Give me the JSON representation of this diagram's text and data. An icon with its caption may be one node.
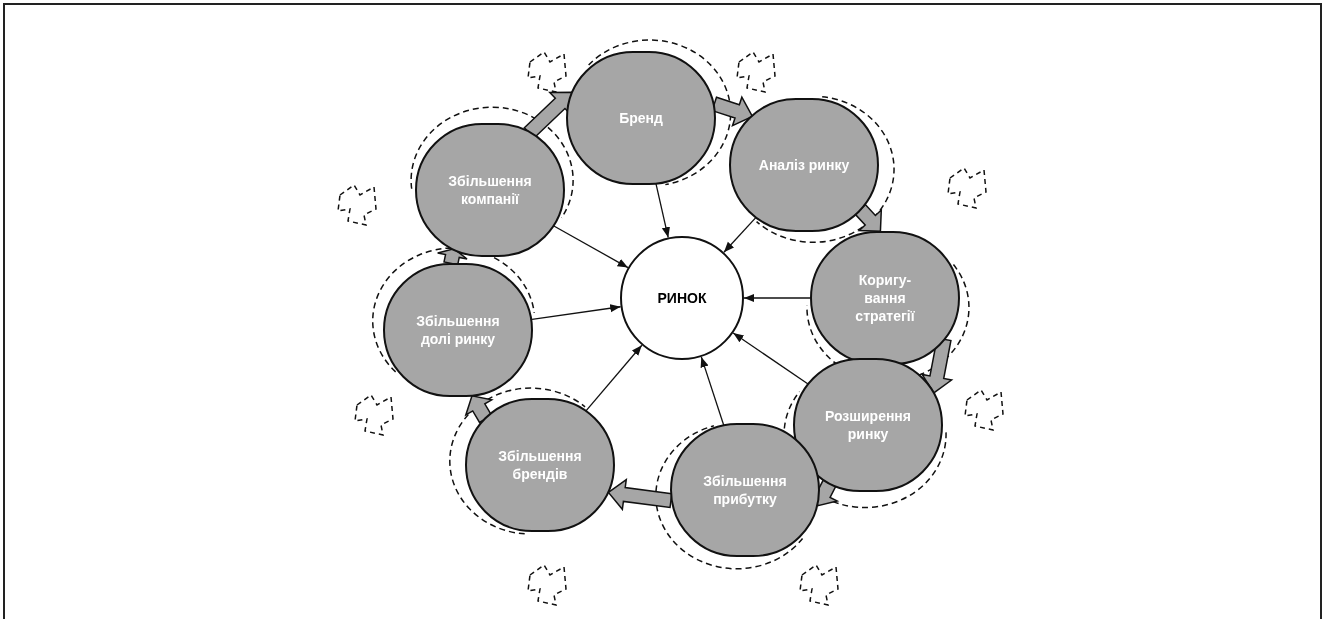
{
  "diagram": {
    "nodes": [
      {
        "text": [
          "РИНОК"
        ]
      },
      {
        "text": [
          "Бренд"
        ]
      },
      {
        "text": [
          "Аналіз ринку"
        ]
      },
      {
        "text": [
          "Коригу- вання стратегії"
        ]
      },
      {
        "text": [
          "Розширення ринку"
        ]
      },
      {
        "text": [
          "Збільшення прибутку"
        ]
      },
      {
        "text": [
          "Збільшення брендів"
        ]
      },
      {
        "text": [
          "Збільшення долі ринку"
        ]
      },
      {
        "text": [
          "Збільшення компанії"
        ]
      }
    ],
    "edges": [
      {
        "from": 1,
        "to": 0,
        "arrow": "to"
      },
      {
        "from": 2,
        "to": 0,
        "arrow": "to"
      },
      {
        "from": 3,
        "to": 0,
        "arrow": "to"
      },
      {
        "from": 4,
        "to": 0,
        "arrow": "to"
      },
      {
        "from": 5,
        "to": 0,
        "arrow": "to"
      },
      {
        "from": 6,
        "to": 0,
        "arrow": "to"
      },
      {
        "from": 7,
        "to": 0,
        "arrow": "to"
      },
      {
        "from": 8,
        "to": 0,
        "arrow": "to"
      },
      {
        "from": 8,
        "to": 1,
        "arrow": "to",
        "style": "thick",
        "color": "#a6a6a6"
      },
      {
        "from": 1,
        "to": 2,
        "arrow": "to",
        "style": "thick",
        "color": "#a6a6a6"
      },
      {
        "from": 2,
        "to": 3,
        "arrow": "to",
        "style": "thick",
        "color": "#a6a6a6"
      },
      {
        "from": 3,
        "to": 4,
        "arrow": "to",
        "style": "thick",
        "color": "#a6a6a6"
      },
      {
        "from": 4,
        "to": 5,
        "arrow": "to",
        "style": "thick",
        "color": "#a6a6a6"
      },
      {
        "from": 5,
        "to": 6,
        "arrow": "to",
        "style": "thick",
        "color": "#a6a6a6"
      },
      {
        "from": 6,
        "to": 7,
        "arrow": "to",
        "style": "thick",
        "color": "#a6a6a6"
      },
      {
        "from": 7,
        "to": 8,
        "arrow": "to",
        "style": "thick",
        "color": "#a6a6a6"
      }
    ]
  }
}
